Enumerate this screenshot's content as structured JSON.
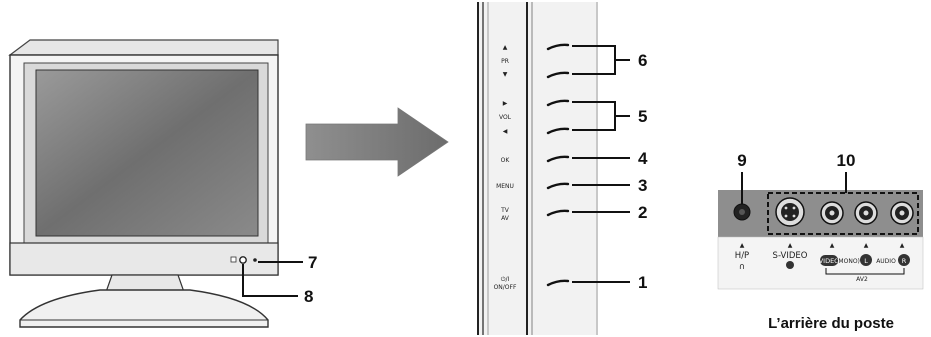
{
  "callouts": {
    "c1": "1",
    "c2": "2",
    "c3": "3",
    "c4": "4",
    "c5": "5",
    "c6": "6",
    "c7": "7",
    "c8": "8",
    "c9": "9",
    "c10": "10"
  },
  "side_panel": {
    "pr": "PR",
    "vol": "VOL",
    "ok": "OK",
    "menu": "MENU",
    "tv": "TV",
    "av": "AV",
    "power_symbol": "⏻/I",
    "power": "ON/OFF"
  },
  "rear_panel": {
    "hp": "H/P",
    "svideo": "S-VIDEO",
    "video": "VIDEO",
    "mono": "(MONO)",
    "l": "L",
    "audio": "AUDIO",
    "r": "R",
    "av2": "AV2",
    "caption": "L’arrière du poste"
  }
}
